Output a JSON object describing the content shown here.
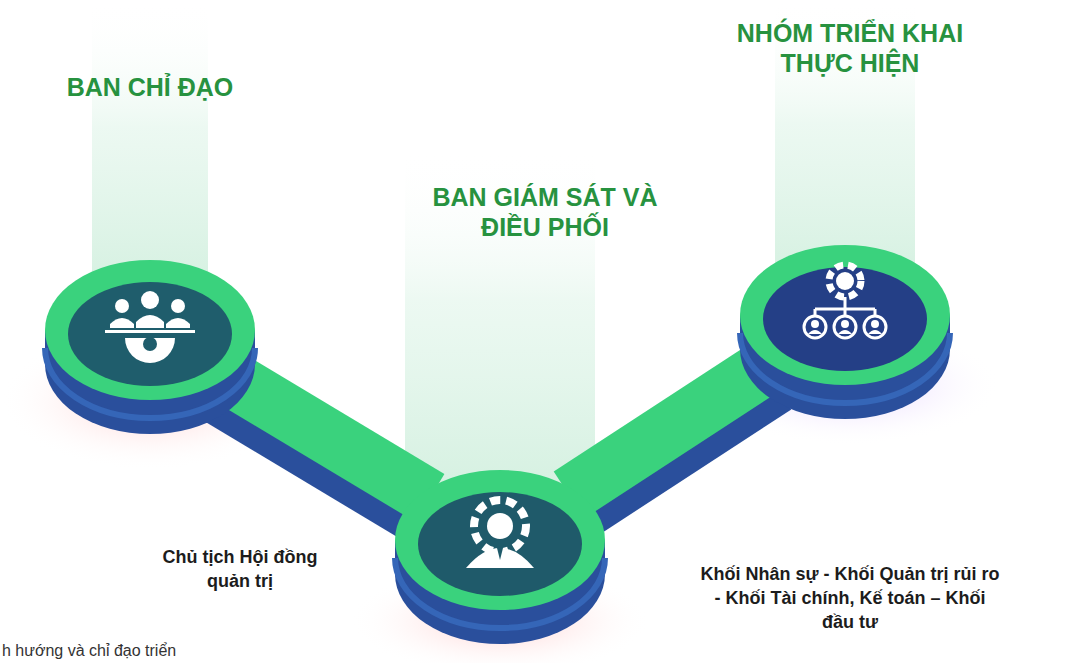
{
  "diagram": {
    "nodes": [
      {
        "text": [
          "BAN CHỈ ĐẠO",
          "Chủ tịch Hội đồng quản trị"
        ]
      },
      {
        "text": [
          "BAN GIÁM SÁT VÀ ĐIỀU PHỐI"
        ]
      },
      {
        "text": [
          "NHÓM TRIỂN KHAI THỰC HIỆN",
          "Khối Nhân sự - Khối Quản trị rủi ro - Khối Tài chính, Kế toán – Khối đầu tư"
        ]
      }
    ],
    "edges": [
      {
        "from": 0,
        "to": 1,
        "arrow": "none"
      },
      {
        "from": 1,
        "to": 2,
        "arrow": "none"
      }
    ],
    "labels": [
      "h hướng và chỉ đạo triển"
    ]
  }
}
